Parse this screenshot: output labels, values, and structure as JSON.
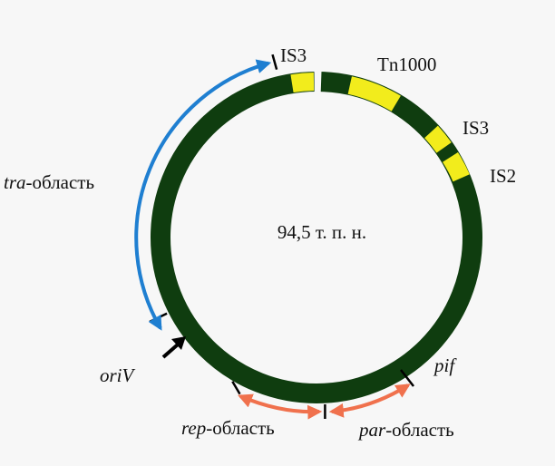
{
  "plasmid": {
    "size_label": "94,5 т. п. н."
  },
  "labels": {
    "is3_top": "IS3",
    "tn1000": "Tn1000",
    "is3_right": "IS3",
    "is2": "IS2",
    "tra_italic": "tra",
    "tra_rest": "-область",
    "oriv": "oriV",
    "pif": "pif",
    "rep_italic": "rep",
    "rep_rest": "-область",
    "par_italic": "par",
    "par_rest": "-область"
  },
  "colors": {
    "background": "#f7f7f7",
    "ring": "#0f3d0f",
    "insertion_element": "#f2ec1c",
    "tra_arrow": "#1f7fd1",
    "rep_par_arrow": "#f0714d",
    "orivpointer": "#000000",
    "text": "#111111"
  }
}
